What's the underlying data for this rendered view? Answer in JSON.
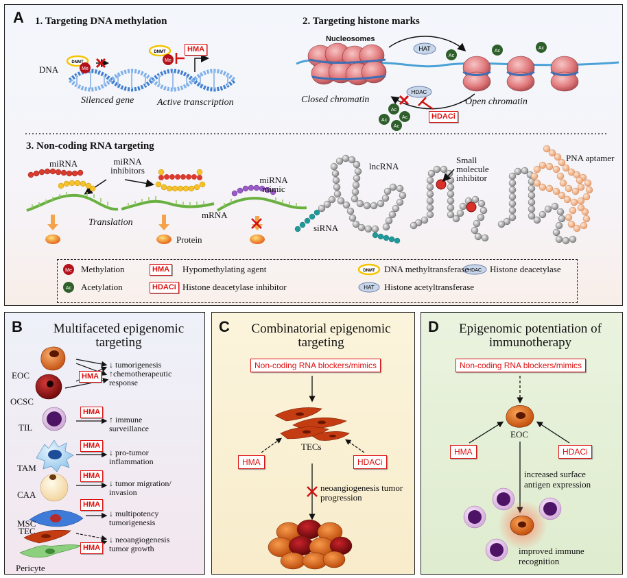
{
  "panelA": {
    "letter": "A",
    "section1_title": "1. Targeting DNA methylation",
    "section2_title": "2. Targeting histone marks",
    "section3_title": "3. Non-coding RNA targeting",
    "dna_label": "DNA",
    "dnmt_tag": "DNMT",
    "me_tag": "Me",
    "hma_tag": "HMA",
    "silenced_gene": "Silenced gene",
    "active_transcription": "Active transcription",
    "nucleosomes": "Nucleosomes",
    "hat_tag": "HAT",
    "hdac_tag": "HDAC",
    "ac_tag": "Ac",
    "hdaci_tag": "HDACi",
    "closed_chromatin": "Closed chromatin",
    "open_chromatin": "Open chromatin",
    "mirna": "miRNA",
    "mirna_inhibitors": "miRNA inhibitors",
    "mirna_mimic": "miRNA mimic",
    "translation": "Translation",
    "mrna": "mRNA",
    "protein": "Protein",
    "lncrna": "lncRNA",
    "sirna": "siRNA",
    "small_molecule_inhibitor": "Small molecule inhibitor",
    "pna_aptamer": "PNA aptamer"
  },
  "legend": {
    "methylation": "Methylation",
    "acetylation": "Acetylation",
    "hma_def": "Hypomethylating agent",
    "hdaci_def": "Histone deacetylase inhibitor",
    "dnmt_def": "DNA methyltransferase",
    "hat_def": "Histone acetyltransferase",
    "hdac_def": "Histone deacetylase"
  },
  "panelB": {
    "letter": "B",
    "title": "Multifaceted epigenomic targeting",
    "cells": [
      "EOC",
      "OCSC",
      "TIL",
      "TAM",
      "CAA",
      "MSC",
      "TEC",
      "Pericyte"
    ],
    "hma": "HMA",
    "effects": [
      "↓ tumorigenesis",
      "↑chemotherapeutic response",
      "↑ immune surveillance",
      "↓ pro-tumor inflammation",
      "↓ tumor migration/ invasion",
      "↓ multipotency tumorigenesis",
      "↓ neoangiogenesis tumor growth"
    ]
  },
  "panelC": {
    "letter": "C",
    "title": "Combinatorial epigenomic targeting",
    "ncrna_box": "Non-coding RNA blockers/mimics",
    "tecs": "TECs",
    "hma": "HMA",
    "hdaci": "HDACi",
    "outcome": "neoangiogenesis tumor progression"
  },
  "panelD": {
    "letter": "D",
    "title": "Epigenomic potentiation of immunotherapy",
    "ncrna_box": "Non-coding RNA blockers/mimics",
    "eoc": "EOC",
    "hma": "HMA",
    "hdaci": "HDACi",
    "antigen": "increased surface antigen expression",
    "recognition": "improved immune recognition"
  },
  "colors": {
    "red_accent": "#d11111",
    "ac_green": "#2e5e2a",
    "me_red": "#b4121b",
    "dnmt_yellow": "#f4c400",
    "dna_blue": "#3f7fd0",
    "nucleosome_pink": "#e58a8d",
    "mirna_red": "#d93b2e",
    "mrna_green": "#6ab040",
    "lncrna_grey": "#a0a0a0",
    "sirna_teal": "#1f9a9a",
    "pna_orange": "#f0a878",
    "eoc_orange": "#e36a1f"
  }
}
